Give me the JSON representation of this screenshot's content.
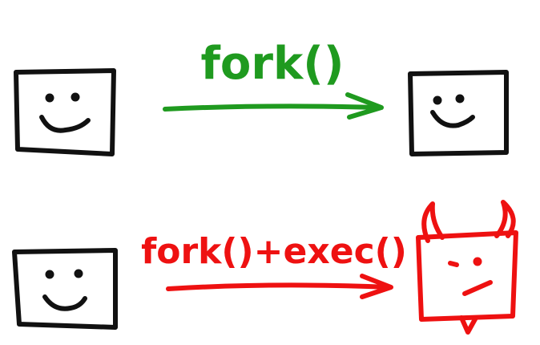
{
  "rows": [
    {
      "label": "fork()",
      "color": "#1f9a1f",
      "source": {
        "expression": "smiley"
      },
      "target": {
        "expression": "smiley"
      }
    },
    {
      "label": "fork()+exec()",
      "color": "#ee1111",
      "source": {
        "expression": "smiley"
      },
      "target": {
        "expression": "devil"
      }
    }
  ],
  "colors": {
    "ink": "#111111",
    "green": "#1f9a1f",
    "red": "#ee1111"
  }
}
